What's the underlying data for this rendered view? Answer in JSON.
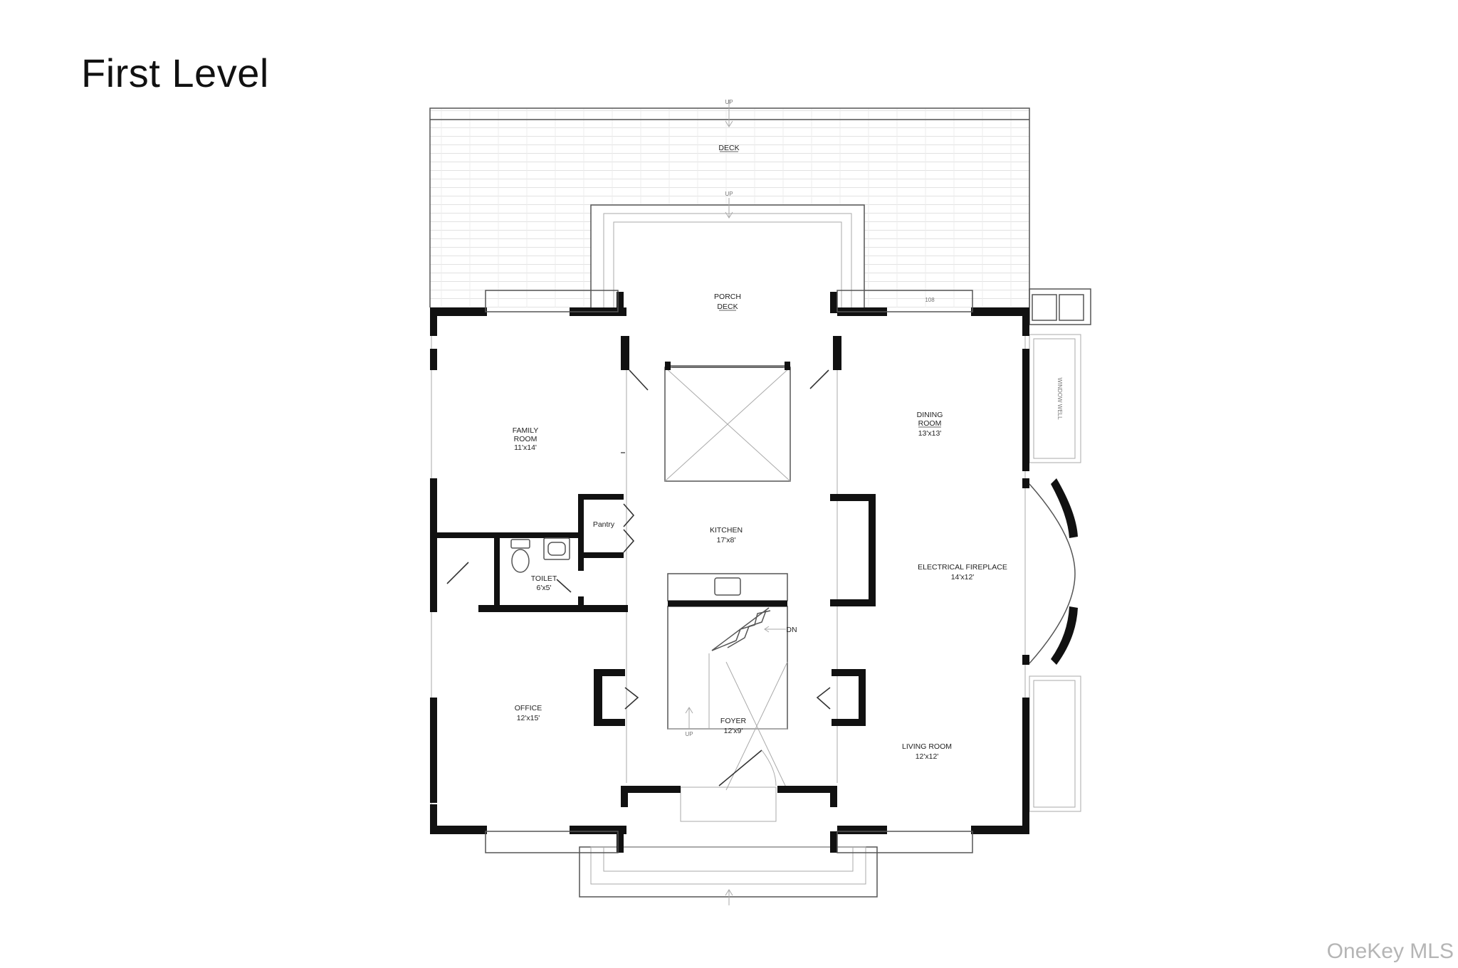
{
  "page": {
    "title": "First Level",
    "watermark": "OneKey MLS"
  },
  "rooms": {
    "deck": {
      "name": "DECK"
    },
    "porch": {
      "name_line1": "PORCH",
      "name_line2": "DECK"
    },
    "family": {
      "name_line1": "FAMILY",
      "name_line2": "ROOM",
      "size": "11'x14'"
    },
    "dining": {
      "name_line1": "DINING",
      "name_line2": "ROOM",
      "size": "13'x13'"
    },
    "pantry": {
      "name": "Pantry"
    },
    "kitchen": {
      "name": "KITCHEN",
      "size": "17'x8'"
    },
    "toilet": {
      "name": "TOILET",
      "size": "6'x5'"
    },
    "fireplace": {
      "name": "ELECTRICAL FIREPLACE",
      "size": "14'x12'"
    },
    "office": {
      "name": "OFFICE",
      "size": "12'x15'"
    },
    "foyer": {
      "name": "FOYER",
      "size": "12'x9'"
    },
    "living": {
      "name": "LIVING ROOM",
      "size": "12'x12'"
    }
  },
  "annotations": {
    "up_top": "UP",
    "up_porch": "UP",
    "up_stair": "UP",
    "dn_stair": "DN",
    "window_well": "WINDOW WELL",
    "dim_note": "108"
  },
  "colors": {
    "walls": "#111111",
    "watermark": "#b5b5b5"
  }
}
